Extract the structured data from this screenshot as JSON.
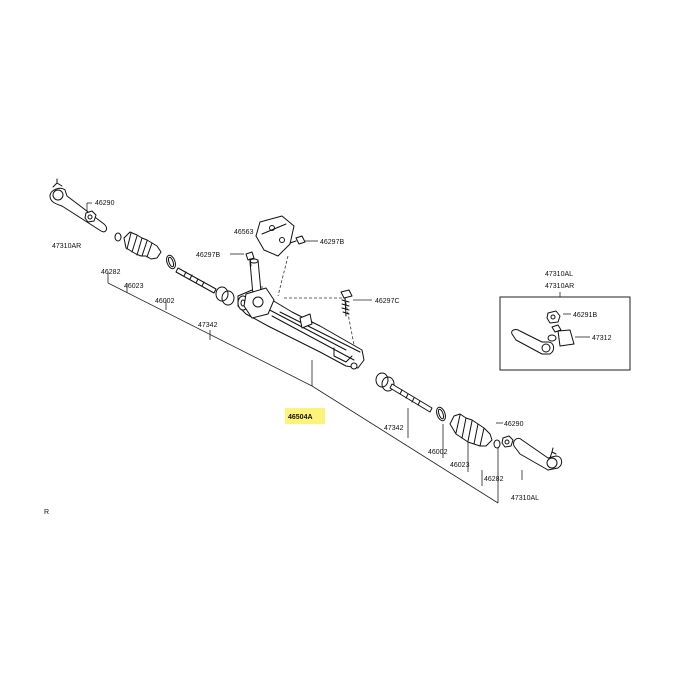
{
  "diagram": {
    "main_part": "46504A",
    "highlight_color": "#fdf37a",
    "corner_mark": "R",
    "labels": {
      "tie_rod_end_right": "47310AR",
      "nut_right": "46290",
      "clip_right": "46282",
      "boot_right": "46023",
      "band_right": "46002",
      "inner_tie_rod_right": "47342",
      "bracket": "46563",
      "bolt_left": "46297B",
      "bolt_right": "46297B",
      "bolt_mount": "46297C",
      "inner_tie_rod_left": "47342",
      "band_left": "46002",
      "boot_left": "46023",
      "nut_left": "46290",
      "clip_left": "46282",
      "tie_rod_end_left": "47310AL"
    },
    "inset": {
      "label_al": "47310AL",
      "label_ar": "47310AR",
      "label_nut": "46291B",
      "label_kit": "47312"
    }
  }
}
